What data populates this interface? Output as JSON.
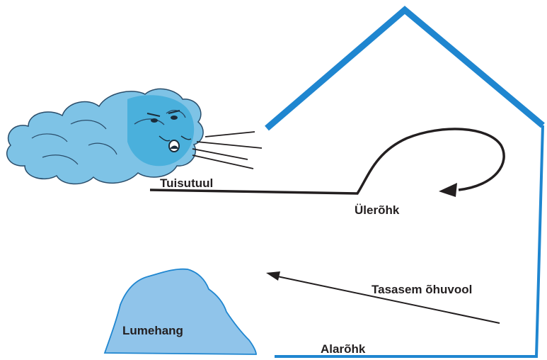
{
  "labels": {
    "wind": "Tuisutuul",
    "overpressure": "Ülerõhk",
    "airflow": "Tasasem õhuvool",
    "snowdrift": "Lumehang",
    "underpressure": "Alarõhk"
  },
  "colors": {
    "wall": "#1f86d0",
    "cloud": "#7ec3e6",
    "cloud_face": "#3aa9d8",
    "drift": "#90c4ea",
    "line": "#231f20"
  },
  "icons": {
    "wind_cloud": "blowing-cloud-face-icon"
  }
}
